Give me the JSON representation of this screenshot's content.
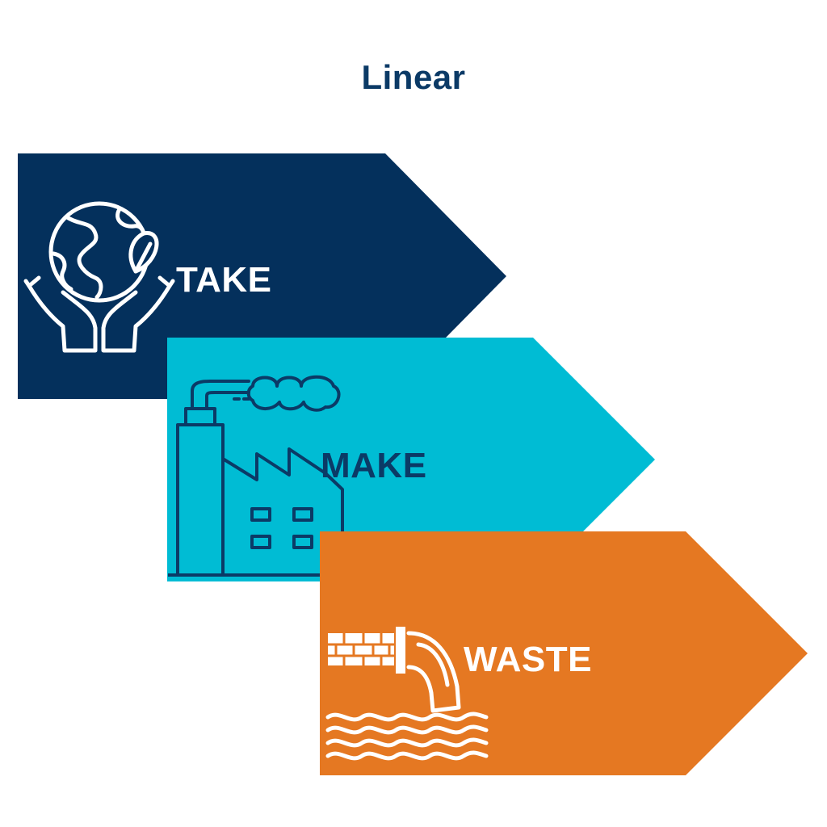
{
  "title": "Linear",
  "steps": [
    {
      "label": "TAKE",
      "color": "#04305c",
      "text_color": "#ffffff",
      "icon": "hands-holding-earth-icon"
    },
    {
      "label": "MAKE",
      "color": "#00bcd4",
      "text_color": "#0b3a66",
      "icon": "factory-icon"
    },
    {
      "label": "WASTE",
      "color": "#e57822",
      "text_color": "#ffffff",
      "icon": "waste-pipe-icon"
    }
  ]
}
